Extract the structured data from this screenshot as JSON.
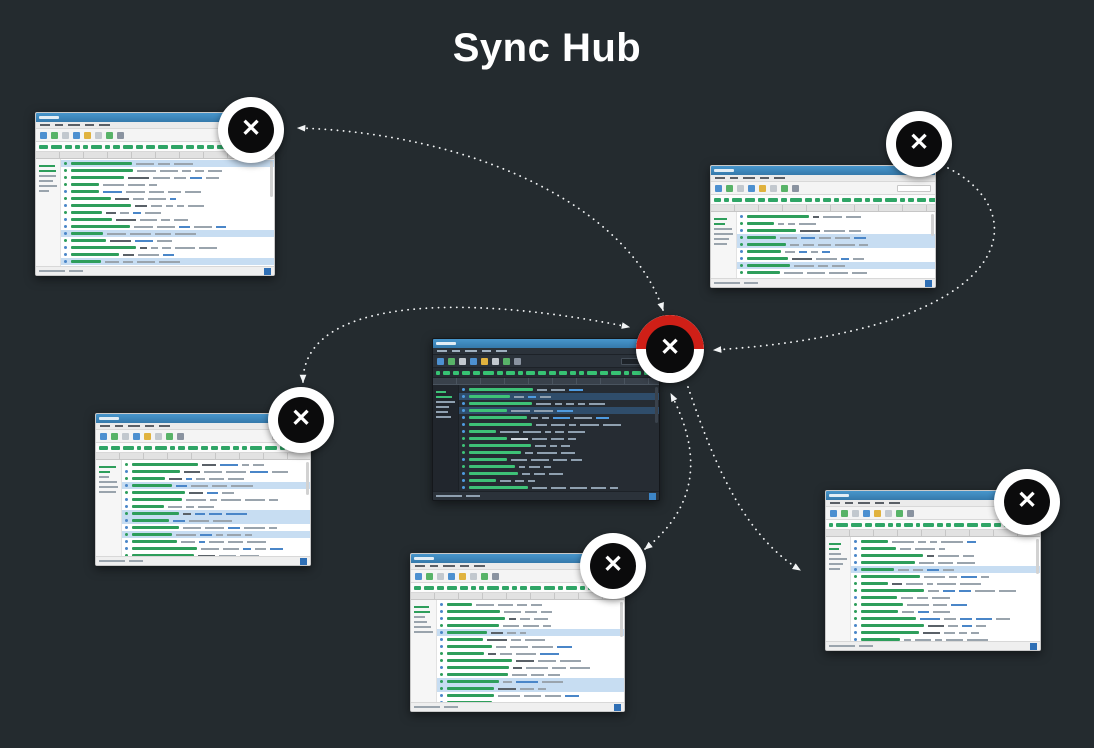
{
  "title": "Sync Hub",
  "colors": {
    "background": "#242b2f",
    "title_text": "#ffffff",
    "connection_line": "#f2f4f5",
    "node_circle": "#ffffff",
    "node_core": "#0b0b0c",
    "hub_accent_red": "#cf1f17",
    "window_titlebar_blue": "#3f8cc0",
    "row_text_green": "#2e9e5b",
    "status_square_blue": "#2f6fb5"
  },
  "icons": {
    "node_glyph": "✕"
  },
  "diagram": {
    "hub_node": {
      "id": "hub",
      "icon": "x-logo-icon",
      "accent_color": "#cf1f17"
    },
    "peer_nodes": [
      {
        "id": "top-left",
        "icon": "x-logo-icon"
      },
      {
        "id": "top-right",
        "icon": "x-logo-icon"
      },
      {
        "id": "mid-left",
        "icon": "x-logo-icon"
      },
      {
        "id": "bottom-center",
        "icon": "x-logo-icon"
      },
      {
        "id": "right",
        "icon": "x-logo-icon"
      }
    ],
    "connections": [
      {
        "from": "hub",
        "to": "top-left",
        "bidirectional": true
      },
      {
        "from": "top-right",
        "to": "hub",
        "bidirectional": false
      },
      {
        "from": "mid-left",
        "to": "hub",
        "bidirectional": true
      },
      {
        "from": "bottom-center",
        "to": "hub",
        "bidirectional": true
      },
      {
        "from": "hub",
        "to": "right",
        "bidirectional": false
      }
    ],
    "windows": [
      {
        "id": "top-left",
        "theme": "light"
      },
      {
        "id": "top-right",
        "theme": "light"
      },
      {
        "id": "center",
        "theme": "dark"
      },
      {
        "id": "mid-left",
        "theme": "light"
      },
      {
        "id": "bottom-center",
        "theme": "light"
      },
      {
        "id": "right",
        "theme": "light"
      }
    ]
  }
}
